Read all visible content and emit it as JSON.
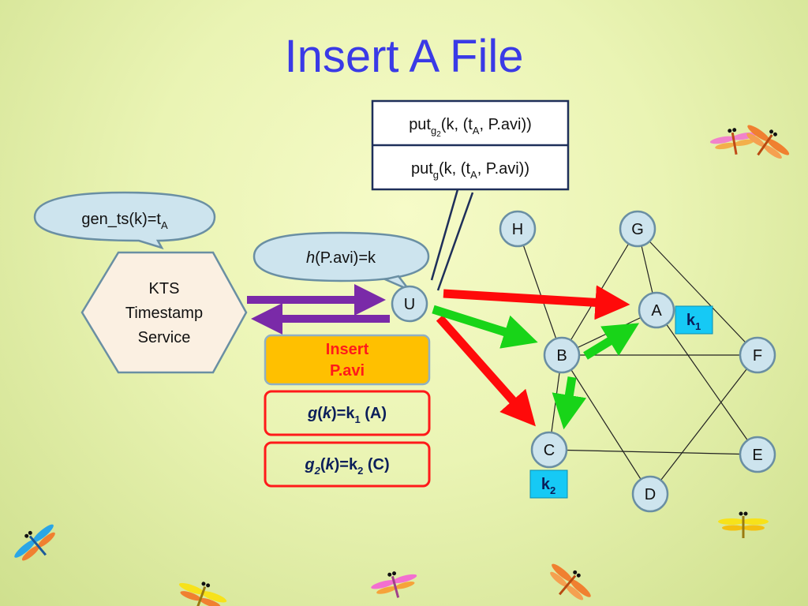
{
  "slide": {
    "title": "Insert A File"
  },
  "put_table": {
    "row1": {
      "prefix": "put",
      "sub": "g",
      "subsub": "2",
      "args_a": "(k, (t",
      "args_sub": "A",
      "args_b": ", P.avi))"
    },
    "row2": {
      "prefix": "put",
      "sub": "g",
      "args_a": "(k, (t",
      "args_sub": "A",
      "args_b": ", P.avi))"
    }
  },
  "bubbles": {
    "gen_ts": {
      "text": "gen_ts(k)=t",
      "sub": "A"
    },
    "hash": {
      "italic": "h",
      "text": "(P.avi)=k"
    }
  },
  "kts": {
    "lines": [
      "KTS",
      "Timestamp",
      "Service"
    ]
  },
  "insert_box": {
    "lines": [
      "Insert",
      "P.avi"
    ]
  },
  "g1_box": {
    "g": "g",
    "open": "(",
    "k": "k",
    "close": ")=k",
    "sub": "1",
    "node": " (A)"
  },
  "g2_box": {
    "g": "g",
    "gsub": "2",
    "open": "(",
    "k": "k",
    "close": ")=k",
    "sub": "2",
    "node": " (C)"
  },
  "tags": {
    "k1": {
      "text": "k",
      "sub": "1"
    },
    "k2": {
      "text": "k",
      "sub": "2"
    }
  },
  "nodes": {
    "U": "U",
    "H": "H",
    "G": "G",
    "A": "A",
    "B": "B",
    "F": "F",
    "C": "C",
    "E": "E",
    "D": "D"
  },
  "colors": {
    "title": "#3a3ae6",
    "node_fill": "#cde4ee",
    "node_stroke": "#6a8fa3",
    "red_arrow": "#ff0a0a",
    "green_arrow": "#18d418",
    "purple_arrow": "#7a2aa8",
    "insert_fill": "#ffc000",
    "k_tag_fill": "#16c9f5",
    "kts_fill": "#fbf0e2"
  },
  "decorations": [
    "dragonfly-icon",
    "dragonfly-icon",
    "dragonfly-icon",
    "dragonfly-icon",
    "dragonfly-icon",
    "dragonfly-icon",
    "dragonfly-icon"
  ]
}
